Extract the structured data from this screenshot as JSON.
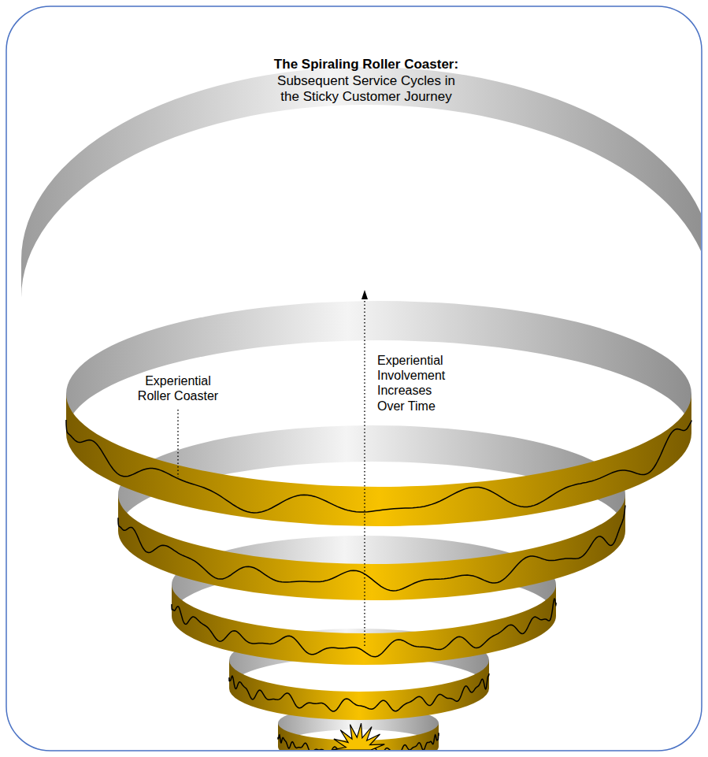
{
  "diagram": {
    "title": "The Spiraling Roller Coaster:",
    "labels": [
      "Subsequent Service Cycles in the Sticky Customer Journey",
      "Experiential Roller Coaster",
      "Experiential Involvement Increases Over Time"
    ]
  }
}
